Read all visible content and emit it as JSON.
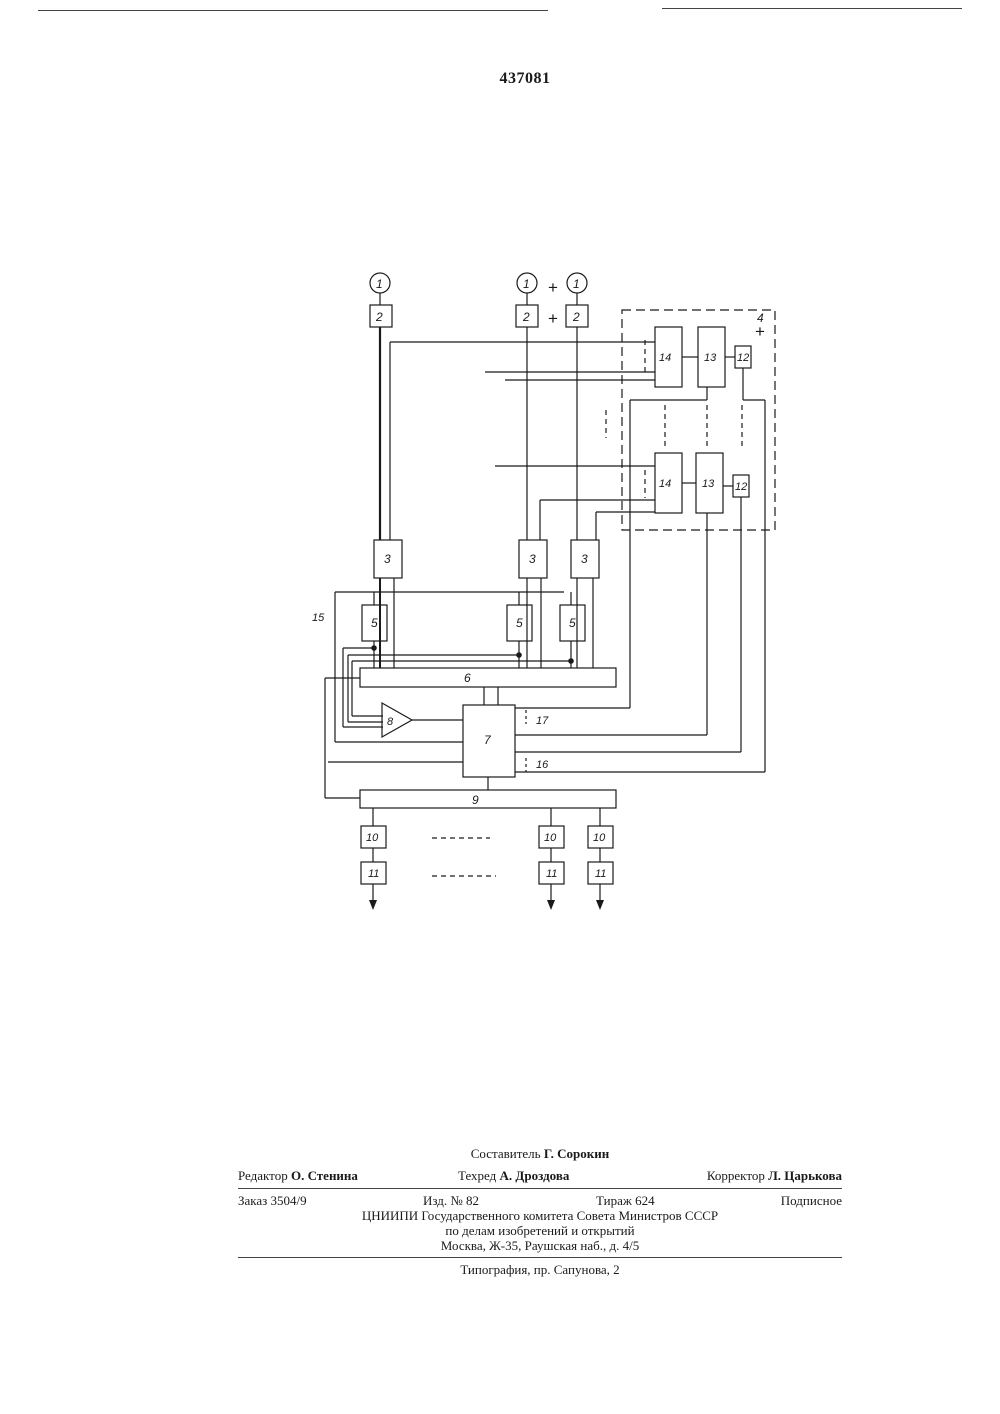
{
  "header": {
    "patent_number": "437081"
  },
  "diagram": {
    "labels": {
      "sensor": "1",
      "converter": "2",
      "block3": "3",
      "group4": "4",
      "block5": "5",
      "bus6": "6",
      "unit7": "7",
      "amp8": "8",
      "bus9": "9",
      "block10": "10",
      "block11": "11",
      "block12": "12",
      "block13": "13",
      "block14": "14",
      "line15": "15",
      "line16": "16",
      "line17": "17"
    },
    "plus_sign": "+"
  },
  "imprint": {
    "compiler_label": "Составитель",
    "compiler_name": "Г. Сорокин",
    "editor_label": "Редактор",
    "editor_name": "О. Стенина",
    "techred_label": "Техред",
    "techred_name": "А. Дроздова",
    "corrector_label": "Корректор",
    "corrector_name": "Л. Царькова",
    "order": "Заказ 3504/9",
    "issue": "Изд. № 82",
    "print_run": "Тираж 624",
    "subscription": "Подписное",
    "org_line1": "ЦНИИПИ Государственного комитета Совета Министров СССР",
    "org_line2": "по делам изобретений и открытий",
    "address": "Москва, Ж-35, Раушская наб., д. 4/5",
    "printing_house": "Типография, пр. Сапунова, 2"
  }
}
